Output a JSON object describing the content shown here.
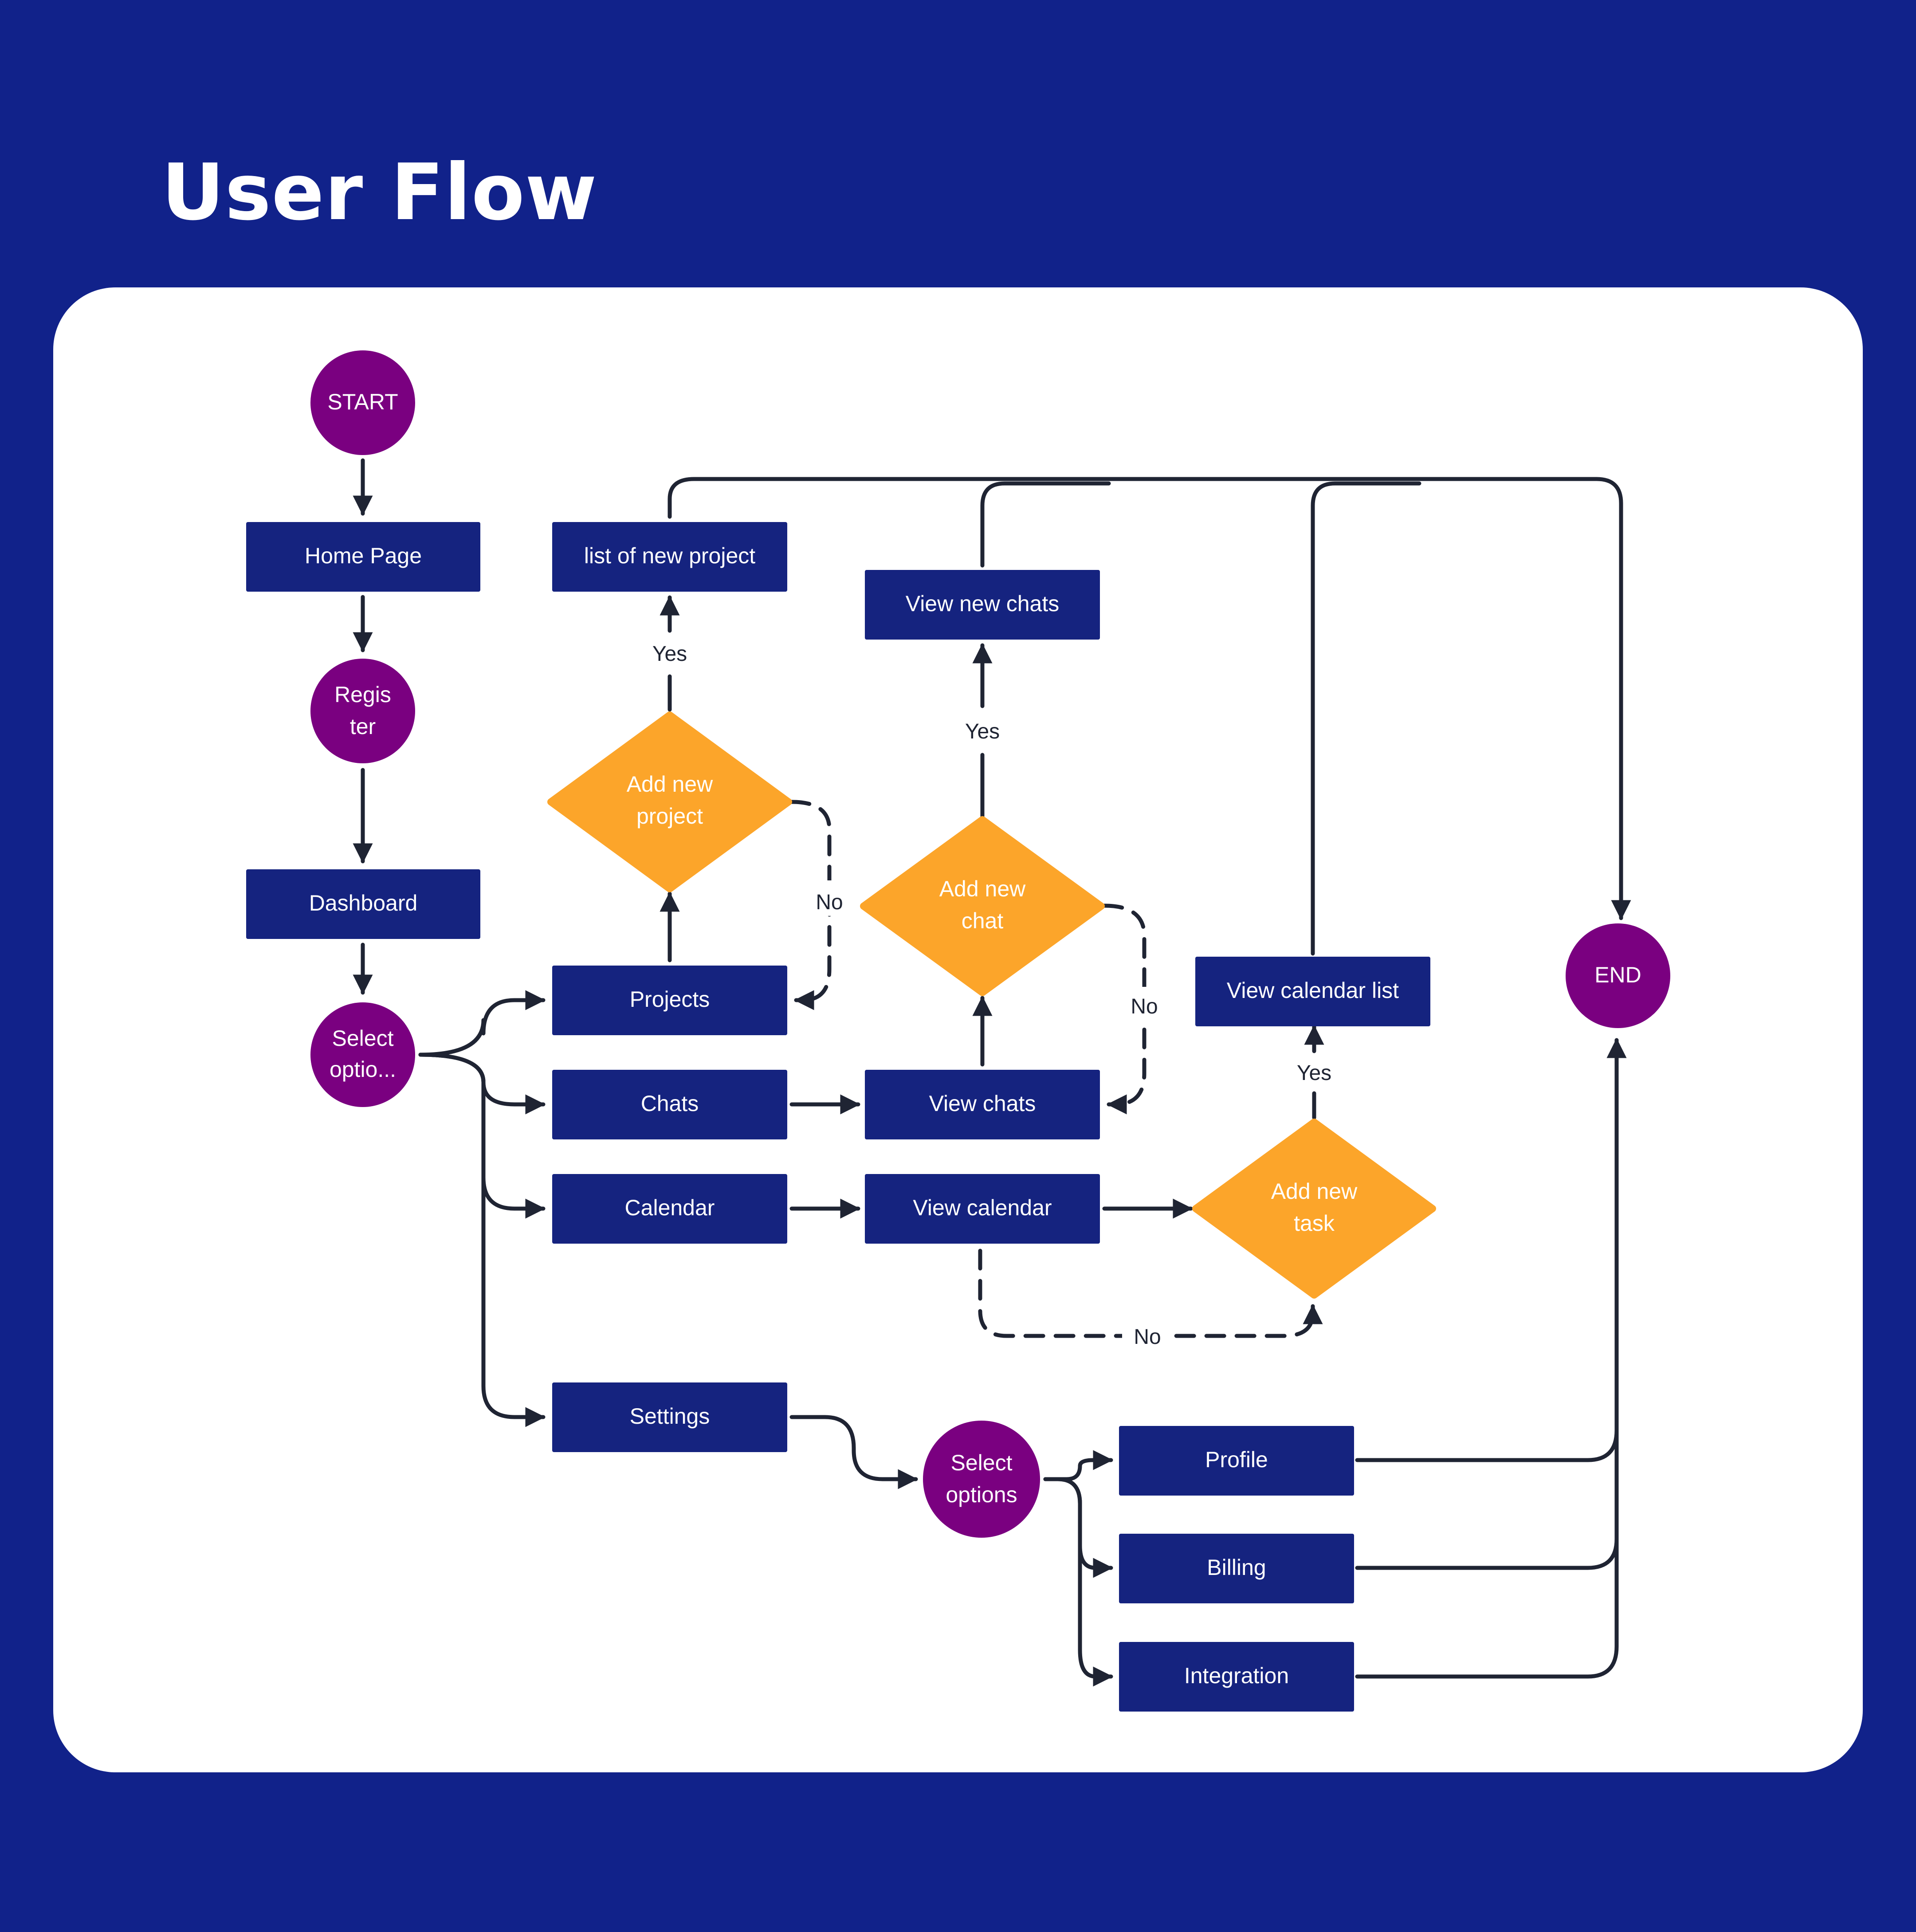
{
  "title": "User Flow",
  "colors": {
    "background": "#11228a",
    "card": "#ffffff",
    "process": "#15237f",
    "terminal": "#7a0080",
    "decision": "#fca52a",
    "connector": "#1f2433",
    "node_text": "#ffffff",
    "edge_label": "#1f2433"
  },
  "nodes": {
    "start": "START",
    "home_page": "Home Page",
    "register": [
      "Regis",
      "ter"
    ],
    "dashboard": "Dashboard",
    "select_options_main": [
      "Select",
      "optio..."
    ],
    "projects": "Projects",
    "chats": "Chats",
    "calendar": "Calendar",
    "settings": "Settings",
    "list_new_project": "list of new project",
    "add_new_project": [
      "Add new",
      "project"
    ],
    "view_chats": "View chats",
    "add_new_chat": [
      "Add new",
      "chat"
    ],
    "view_new_chats": "View new chats",
    "view_calendar": "View calendar",
    "add_new_task": [
      "Add new",
      "task"
    ],
    "view_calendar_list": "View calendar list",
    "select_options_settings": [
      "Select",
      "options"
    ],
    "profile": "Profile",
    "billing": "Billing",
    "integration": "Integration",
    "end": "END"
  },
  "edge_labels": {
    "yes": "Yes",
    "no": "No"
  }
}
